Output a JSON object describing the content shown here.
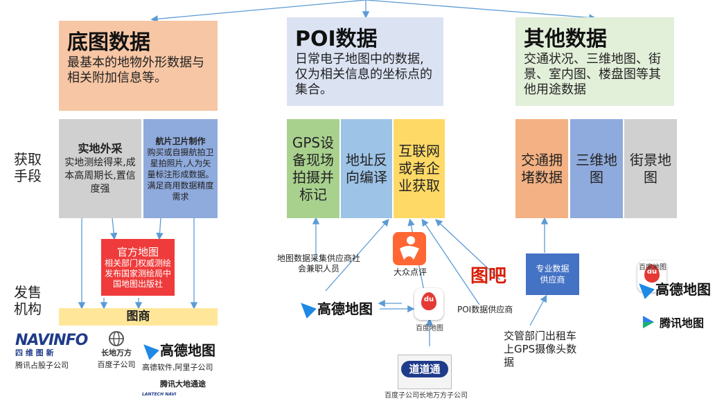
{
  "columns": [
    {
      "title": "底图数据",
      "desc": "最基本的地物外形数据与相关附加信息等。",
      "color": "#f7c6a4"
    },
    {
      "title": "POI数据",
      "desc": "日常电子地图中的数据,仅为相关信息的坐标点的集合。",
      "color": "#dbe3f3"
    },
    {
      "title": "其他数据",
      "desc": "交通状况、三维地图、街景、室内图、楼盘图等其他用途数据",
      "color": "#e2efd9"
    }
  ],
  "side_labels": {
    "acquire": "获取手段",
    "sell": "发售机构"
  },
  "base_cards": {
    "field": {
      "title": "实地外采",
      "desc": "实地测绘得来,成本高周期长,置信度强"
    },
    "satellite": {
      "title": "航片卫片制作",
      "desc": "购买或自摄航拍卫星拍照片,人为矢量标注形成数据。满足商用数据精度需求"
    }
  },
  "official_map": {
    "title": "官方地图",
    "desc": "相关部门权威测绘发布国家测绘局中国地图出版社"
  },
  "tushang": "图商",
  "vendors": [
    {
      "logo": "NAVINFO",
      "logo_sub": "四 维 图 新",
      "caption": "腾讯占股子公司"
    },
    {
      "logo": "长地万方",
      "caption": "百度子公司"
    },
    {
      "logo": "高德地图",
      "caption": "高德软件,阿里子公司"
    }
  ],
  "tencent_caption": "腾讯大地通途",
  "tencent_logo": "LANTECH NAVI",
  "poi_cards": [
    "GPS设备现场拍摄并标记",
    "地址反向编译",
    "互联网或者企业获取"
  ],
  "poi_side_text": "地图数据采集供应商社会兼职人员",
  "dianping": "大众点评",
  "tuba": {
    "logo": "图吧",
    "caption": "POI数据供应商"
  },
  "gaode_label": "高德地图",
  "baidu_label": "百度地图",
  "daodao": {
    "logo": "道道通",
    "caption": "百度子公司长地万方子公司"
  },
  "other_cards": [
    "交通拥堵数据",
    "三维地图",
    "街景地图"
  ],
  "provider": "专业数据供应商",
  "traffic_dept": "交管部门出租车上GPS摄像头数据",
  "right_logos": {
    "baidu": "百度地图",
    "gaode": "高德地图",
    "tencent": "腾讯地图"
  },
  "colors": {
    "orange": "#f4b183",
    "green": "#a9d18e",
    "blue": "#8faadc",
    "lightblue": "#9dc3e6",
    "yellow": "#ffd966",
    "gray": "#d0d0d0",
    "red": "#ef3b3b",
    "yellowbar": "#ffe699",
    "arrow": "#5b9bd5"
  }
}
